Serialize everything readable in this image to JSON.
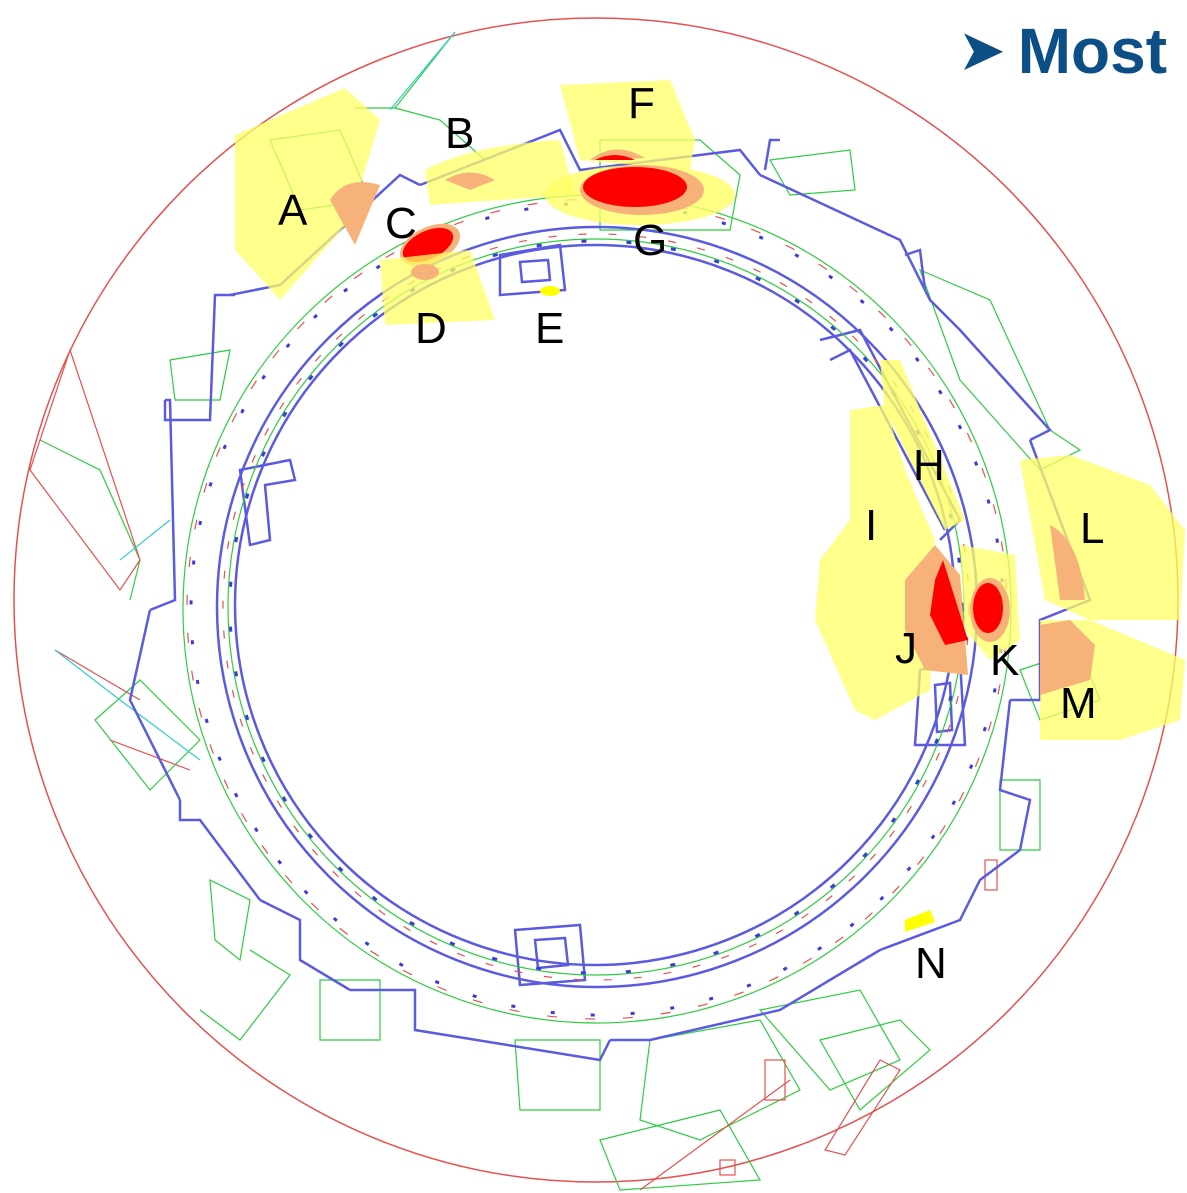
{
  "heading": {
    "bullet_icon": "arrowhead-bullet-icon",
    "text": "Most"
  },
  "colors": {
    "heading": "#0b4f86",
    "boundary": "#e55050",
    "wall": "#5b5be0",
    "site": "#2ecc40",
    "zone_low": "#ffff66",
    "zone_mid": "#f7b27a",
    "zone_high": "#ff0000"
  },
  "zone_labels": [
    "A",
    "B",
    "C",
    "D",
    "E",
    "F",
    "G",
    "H",
    "I",
    "J",
    "K",
    "L",
    "M",
    "N"
  ]
}
